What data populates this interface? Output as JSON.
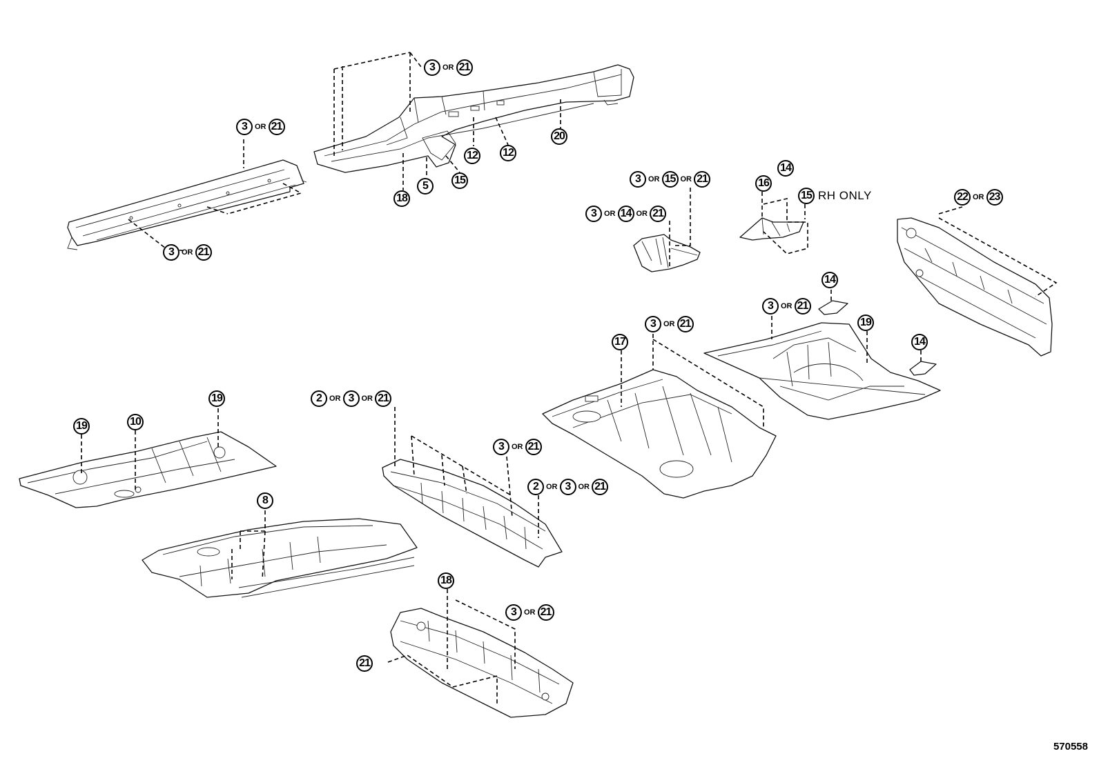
{
  "figure_id": "570558",
  "or_word": "OR",
  "callouts": [
    {
      "id": "a",
      "parts": [
        "3",
        "21"
      ],
      "note": ""
    },
    {
      "id": "b",
      "parts": [
        "3",
        "21"
      ],
      "note": ""
    },
    {
      "id": "c",
      "parts": [
        "3",
        "21"
      ],
      "note": ""
    },
    {
      "id": "d",
      "parts": [
        "20"
      ],
      "note": ""
    },
    {
      "id": "e",
      "parts": [
        "12"
      ],
      "note": ""
    },
    {
      "id": "f",
      "parts": [
        "12"
      ],
      "note": ""
    },
    {
      "id": "g",
      "parts": [
        "5"
      ],
      "note": ""
    },
    {
      "id": "h",
      "parts": [
        "15"
      ],
      "note": ""
    },
    {
      "id": "i",
      "parts": [
        "18"
      ],
      "note": ""
    },
    {
      "id": "j",
      "parts": [
        "3",
        "15",
        "21"
      ],
      "note": ""
    },
    {
      "id": "k",
      "parts": [
        "3",
        "14",
        "21"
      ],
      "note": ""
    },
    {
      "id": "l",
      "parts": [
        "16"
      ],
      "note": ""
    },
    {
      "id": "m",
      "parts": [
        "14"
      ],
      "note": ""
    },
    {
      "id": "n",
      "parts": [
        "15"
      ],
      "note": "RH ONLY"
    },
    {
      "id": "o",
      "parts": [
        "22",
        "23"
      ],
      "note": ""
    },
    {
      "id": "p",
      "parts": [
        "14"
      ],
      "note": ""
    },
    {
      "id": "q",
      "parts": [
        "3",
        "21"
      ],
      "note": ""
    },
    {
      "id": "r",
      "parts": [
        "19"
      ],
      "note": ""
    },
    {
      "id": "s",
      "parts": [
        "3",
        "21"
      ],
      "note": ""
    },
    {
      "id": "t",
      "parts": [
        "17"
      ],
      "note": ""
    },
    {
      "id": "u",
      "parts": [
        "14"
      ],
      "note": ""
    },
    {
      "id": "v",
      "parts": [
        "19"
      ],
      "note": ""
    },
    {
      "id": "w",
      "parts": [
        "10"
      ],
      "note": ""
    },
    {
      "id": "x",
      "parts": [
        "19"
      ],
      "note": ""
    },
    {
      "id": "y",
      "parts": [
        "2",
        "3",
        "21"
      ],
      "note": ""
    },
    {
      "id": "z",
      "parts": [
        "3",
        "21"
      ],
      "note": ""
    },
    {
      "id": "aa",
      "parts": [
        "2",
        "3",
        "21"
      ],
      "note": ""
    },
    {
      "id": "ab",
      "parts": [
        "8"
      ],
      "note": ""
    },
    {
      "id": "ac",
      "parts": [
        "18"
      ],
      "note": ""
    },
    {
      "id": "ad",
      "parts": [
        "3",
        "21"
      ],
      "note": ""
    },
    {
      "id": "ae",
      "parts": [
        "21"
      ],
      "note": ""
    }
  ]
}
